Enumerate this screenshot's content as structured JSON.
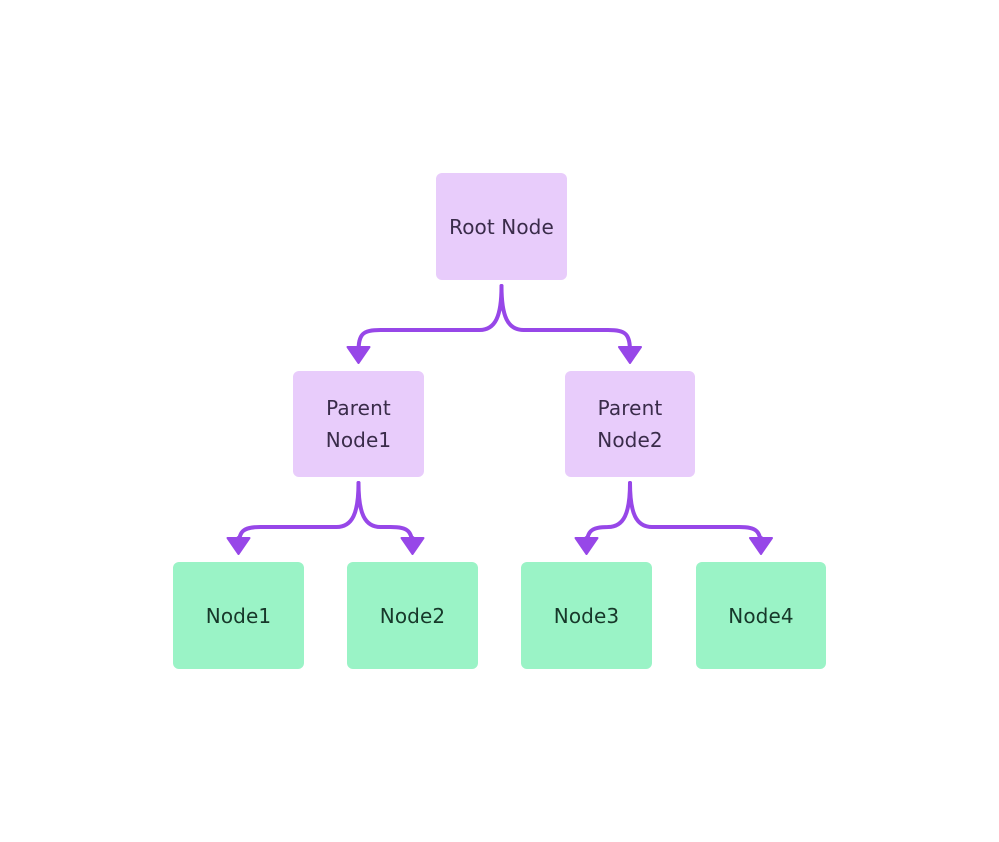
{
  "diagram": {
    "type": "tree",
    "colors": {
      "edge": "#9747e8",
      "internal_node": "#e8ccfb",
      "leaf_node": "#9af3c6"
    },
    "nodes": {
      "root": {
        "label": "Root Node"
      },
      "parent1": {
        "line1": "Parent",
        "line2": "Node1"
      },
      "parent2": {
        "line1": "Parent",
        "line2": "Node2"
      },
      "leaf1": {
        "label": "Node1"
      },
      "leaf2": {
        "label": "Node2"
      },
      "leaf3": {
        "label": "Node3"
      },
      "leaf4": {
        "label": "Node4"
      }
    },
    "edges": [
      {
        "from": "root",
        "to": "parent1"
      },
      {
        "from": "root",
        "to": "parent2"
      },
      {
        "from": "parent1",
        "to": "leaf1"
      },
      {
        "from": "parent1",
        "to": "leaf2"
      },
      {
        "from": "parent2",
        "to": "leaf3"
      },
      {
        "from": "parent2",
        "to": "leaf4"
      }
    ]
  }
}
